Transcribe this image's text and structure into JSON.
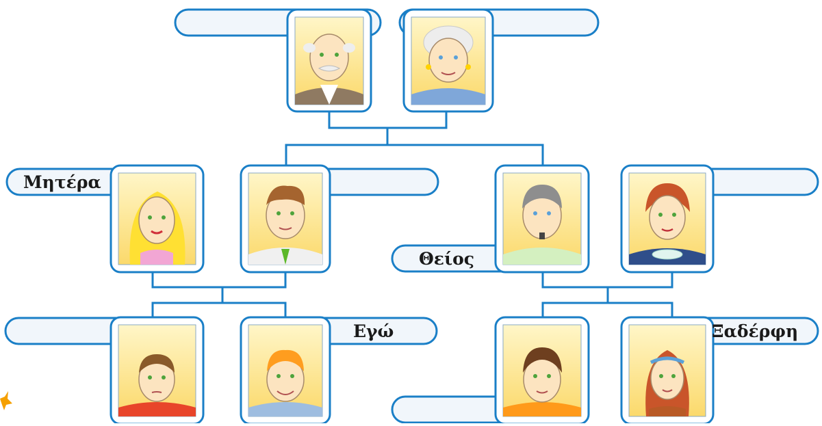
{
  "colors": {
    "frame_stroke": "#1a7fc7",
    "banner_fill": "#f1f6fb",
    "photo_top": "#fff6c8",
    "photo_bottom": "#fbd96b",
    "skin": "#fce4c0",
    "eye": "#4ea33c"
  },
  "labels": {
    "mother": "Μητέρα",
    "uncle": "Θείος",
    "me": "Εγώ",
    "cousin_female": "Ξαδέρφη",
    "grandfather": "",
    "grandmother": "",
    "father": "",
    "aunt": "",
    "sibling": "",
    "cousin_male": ""
  }
}
